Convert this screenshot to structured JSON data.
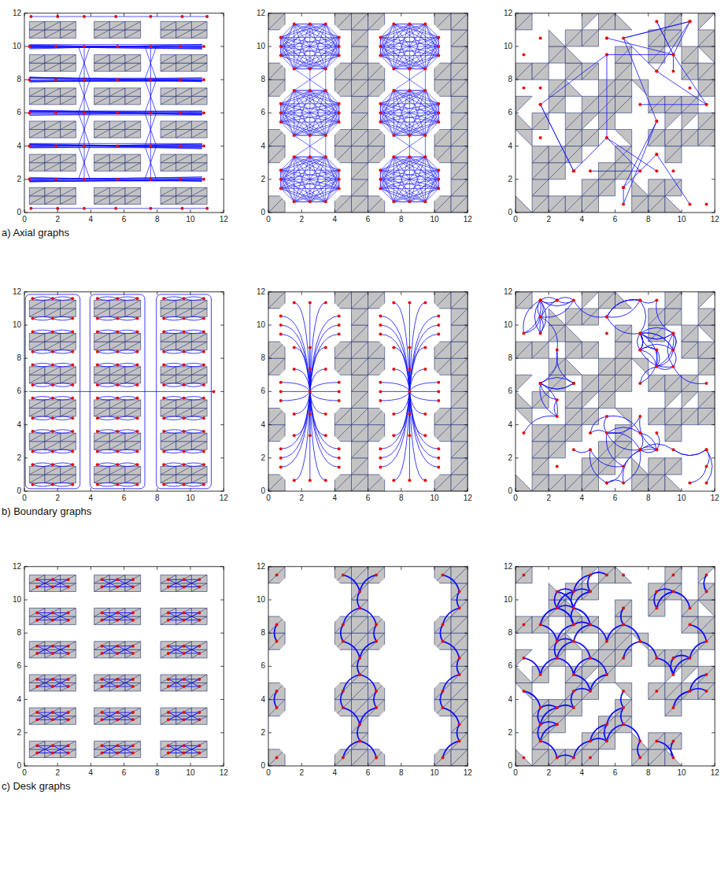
{
  "diagram": {
    "labels": [
      "0",
      "2",
      "4",
      "6",
      "8",
      "10",
      "12",
      "0",
      "2",
      "4",
      "6",
      "8",
      "10",
      "12",
      "0",
      "2",
      "4",
      "6",
      "8",
      "10",
      "12",
      "0",
      "2",
      "4",
      "6",
      "8",
      "10",
      "12",
      "0",
      "2",
      "4",
      "6",
      "8",
      "10",
      "12",
      "0",
      "2",
      "4",
      "6",
      "8",
      "10",
      "12",
      "a) Axial graphs",
      "0",
      "2",
      "4",
      "6",
      "8",
      "10",
      "12",
      "0",
      "2",
      "4",
      "6",
      "8",
      "10",
      "12",
      "0",
      "2",
      "4",
      "6",
      "8",
      "10",
      "12",
      "0",
      "2",
      "4",
      "6",
      "8",
      "10",
      "12",
      "0",
      "2",
      "4",
      "6",
      "8",
      "10",
      "12",
      "0",
      "2",
      "4",
      "6",
      "8",
      "10",
      "12",
      "b) Boundary graphs",
      "0",
      "2",
      "4",
      "6",
      "8",
      "10",
      "12",
      "0",
      "2",
      "4",
      "6",
      "8",
      "10",
      "12",
      "0",
      "2",
      "4",
      "6",
      "8",
      "10",
      "12",
      "0",
      "2",
      "4",
      "6",
      "8",
      "10",
      "12",
      "0",
      "2",
      "4",
      "6",
      "8",
      "10",
      "12",
      "0",
      "2",
      "4",
      "6",
      "8",
      "10",
      "12",
      "c) Desk graphs"
    ]
  }
}
